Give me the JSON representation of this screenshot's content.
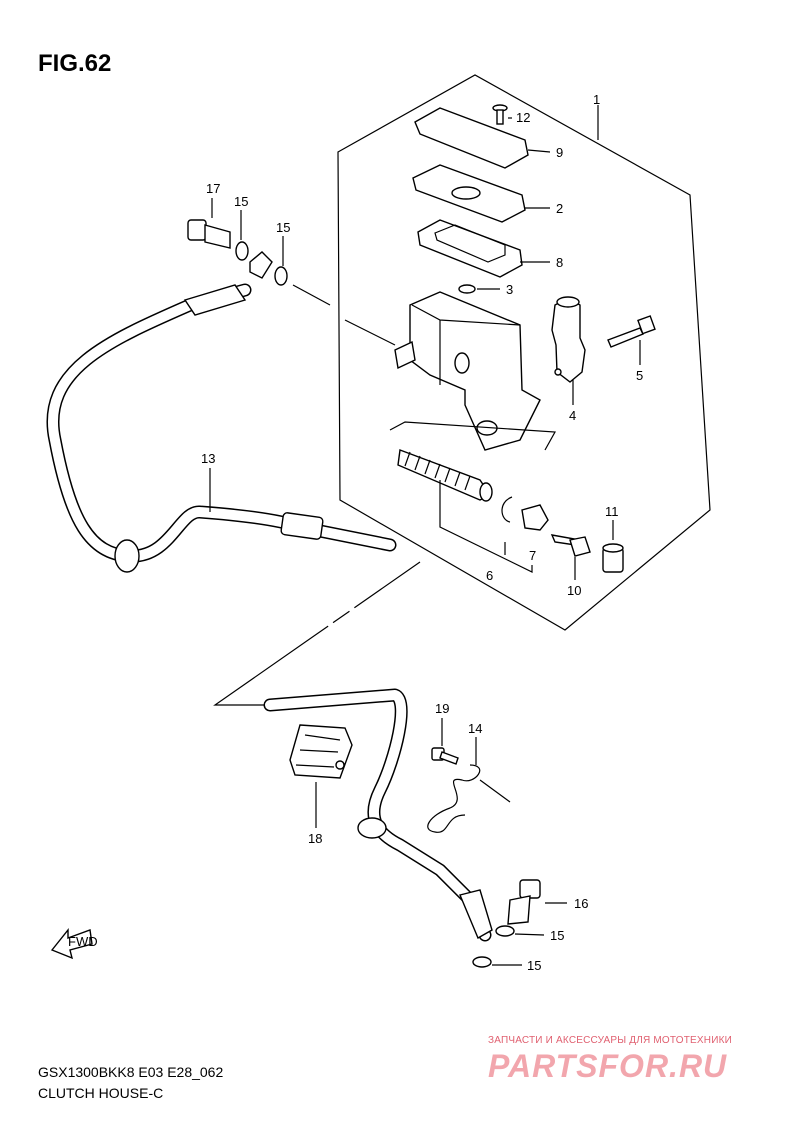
{
  "figure": {
    "title": "FIG.62"
  },
  "footer": {
    "model_code": "GSX1300BKK8 E03 E28_062",
    "section": "CLUTCH HOUSE-C"
  },
  "watermark": {
    "tagline": "ЗАПЧАСТИ И АКСЕССУАРЫ ДЛЯ МОТОТЕХНИКИ",
    "brand": "PARTSFOR.RU"
  },
  "fwd_label": "FWD",
  "callouts": {
    "c1": "1",
    "c2": "2",
    "c3": "3",
    "c4": "4",
    "c5": "5",
    "c6": "6",
    "c7": "7",
    "c8": "8",
    "c9": "9",
    "c10": "10",
    "c11": "11",
    "c12": "12",
    "c13": "13",
    "c14": "14",
    "c15a": "15",
    "c15b": "15",
    "c15c": "15",
    "c15d": "15",
    "c16": "16",
    "c17": "17",
    "c18": "18",
    "c19": "19"
  }
}
